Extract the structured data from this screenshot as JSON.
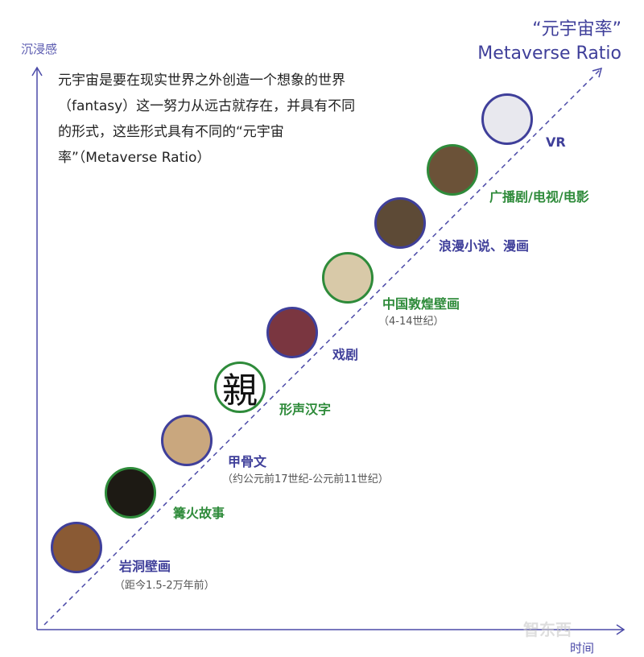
{
  "axes": {
    "y_label": "沉浸感",
    "x_label": "时间"
  },
  "ratio_title": {
    "line1": "“元宇宙率”",
    "line2": "Metaverse Ratio"
  },
  "intro": "元宇宙是要在现实世界之外创造一个想象的世界（fantasy）这一努力从远古就存在，并具有不同的形式，这些形式具有不同的“元宇宙率”（Metaverse Ratio）",
  "colors": {
    "purple": "#3f3f9a",
    "green": "#2e8b3a"
  },
  "stages": [
    {
      "label": "岩洞壁画",
      "sub": "（距今1.5-2万年前）",
      "icon": "cave-painting-image",
      "color": "purple"
    },
    {
      "label": "篝火故事",
      "icon": "campfire-image",
      "color": "green"
    },
    {
      "label": "甲骨文",
      "sub": "（约公元前17世纪-公元前11世纪）",
      "icon": "oracle-bone-image",
      "color": "purple"
    },
    {
      "label": "形声汉字",
      "icon": "chinese-character-image",
      "glyph": "親",
      "color": "green"
    },
    {
      "label": "戏剧",
      "icon": "opera-image",
      "color": "purple"
    },
    {
      "label": "中国敦煌壁画",
      "sub": "（4-14世纪）",
      "icon": "dunhuang-mural-image",
      "color": "green"
    },
    {
      "label": "浪漫小说、漫画",
      "icon": "books-image",
      "color": "purple"
    },
    {
      "label": "广播剧/电视/电影",
      "icon": "radio-image",
      "color": "green"
    },
    {
      "label": "VR",
      "icon": "vr-headset-image",
      "color": "purple"
    }
  ],
  "watermark": "智东西"
}
